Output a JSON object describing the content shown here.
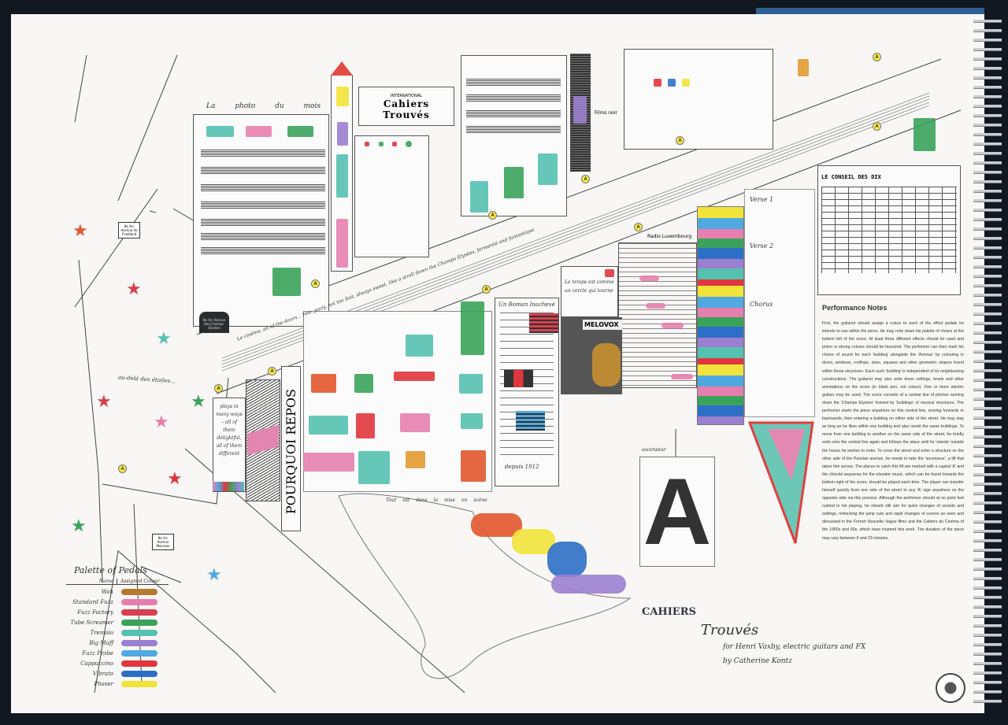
{
  "score": {
    "title_part1": "CAHIERS",
    "title_part2": "Trouvés",
    "subtitle": "for Henri Vaxby, electric guitars and FX",
    "author": "by Catherine Kontz"
  },
  "buildings": {
    "photo_du_mois": "La photo du mois",
    "sign_small": "INTERNATIONAL",
    "sign_title": "Cahiers Trouvés",
    "films_noir": "Films noir",
    "conseil": "LE CONSEIL DES DIX",
    "radio": "Radio Luxembourg",
    "temps": "Le temps est comme un cercle qui tourne",
    "roman_title": "Un Roman Inachevé",
    "roman_footer": "depuis 1912",
    "melovox": "MELOVOX",
    "plays": "plays in many ways – all of them delightful, all of them different",
    "vertical_sign": "POURQUOI REPOS",
    "mise_en_scene": "Tout est dans la mise en scène",
    "au_dela": "au-delà des étoiles...",
    "street_friedland": "8e Arr Avenue de Friedland",
    "street_marceau": "8e Arr Avenue Marceau",
    "street_elysees": "8e Arr Avenue des Champs-Elysées",
    "avenue_text": "Le cinéma, all of the doors... free, jazzy, not too fast, always sweet, like a stroll down the Champs Elysées, fermenté and fantastique",
    "verse1": "Verse 1",
    "verse2": "Verse 2",
    "chorus": "Chorus",
    "elevator": "A",
    "elevator_note": "ascenseur"
  },
  "palette": {
    "title": "Palette of Pedals",
    "col_name": "Name",
    "col_colour": "Assigned Colour",
    "items": [
      {
        "name": "Wah",
        "color": "#b57a2e"
      },
      {
        "name": "Standard Fuzz",
        "color": "#e77fae"
      },
      {
        "name": "Fuzz Factory",
        "color": "#d8404f"
      },
      {
        "name": "Tube Screamer",
        "color": "#3aa35a"
      },
      {
        "name": "Tremolo",
        "color": "#55c1b0"
      },
      {
        "name": "Big Muff",
        "color": "#9b7fd0"
      },
      {
        "name": "Fuzz Probe",
        "color": "#4fa8e0"
      },
      {
        "name": "Cappuccino",
        "color": "#e0363d"
      },
      {
        "name": "Vibrato",
        "color": "#2d6fc7"
      },
      {
        "name": "Phaser",
        "color": "#f2e33a"
      }
    ]
  },
  "performance_notes": {
    "title": "Performance Notes",
    "body": "First, the guitarist should assign a colour to each of the effect pedals he intends to use within the piece. He may note down his palette of choice at the bottom left of the score. At least three different effects should be used and primo or strong colours should be favoured. The performer can then mark his choice of sound for each 'building' alongside the 'Avenue' by colouring in doors, windows, rooftops, stars, squares and other geometric shapes found within these structures. Each such 'building' is independent of its neighbouring constructions. The guitarist may also write down settings, levels and other annotations on the score (in black pen, not colour). One or more electric guitars may be used. The score consists of a central line of pitches running down the 'Champs Elysées' framed by 'buildings' of musical structures. The performer starts the piece anywhere on this central line, moving forwards or backwards, then entering a building on either side of the street. He may stay as long as he likes within any building and also revisit the same buildings. To move from one building to another on the same side of the street, he briefly exits onto the central line again and follows the stave until he 'stands' outside the house he wishes to enter. To cross the street and enter a structure on the other side of the Parisian avenue, he needs to take the 'ascenseur', a lift that takes him across. The places to catch this lift are marked with a capital 'A' and the chordal sequence for the elevator music, which can be found towards the bottom right of the score, should be played each time. The player can transfer himself quickly from one side of the street to any 'A' sign anywhere on the opposite side via this process. Although the performer should at no point feel rushed in his playing, he should still aim for quick changes of sounds and settings, mimicking the jump cuts and rapid changes of scenes as seen and discussed in the French Nouvelle Vague films and the Cahiers du Cinéma of the 1950s and 60s, which have inspired this work. The duration of the piece may vary between 9 and 23 minutes."
  },
  "colors": {
    "paper": "#f8f7f6",
    "frame": "#111820",
    "binding": "#2f5f94"
  }
}
